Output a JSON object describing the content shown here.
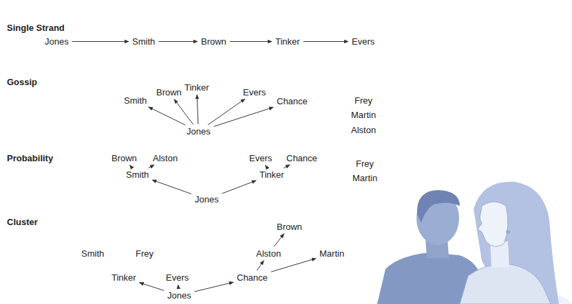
{
  "diagram": {
    "nodes": [
      {
        "text": [
          "Jones"
        ]
      },
      {
        "text": [
          "Smith"
        ]
      },
      {
        "text": [
          "Brown"
        ]
      },
      {
        "text": [
          "Tinker"
        ]
      },
      {
        "text": [
          "Evers"
        ]
      },
      {
        "text": [
          "Tinker"
        ]
      },
      {
        "text": [
          "Brown"
        ]
      },
      {
        "text": [
          "Evers"
        ]
      },
      {
        "text": [
          "Smith"
        ]
      },
      {
        "text": [
          "Chance"
        ]
      },
      {
        "text": [
          "Jones"
        ]
      },
      {
        "text": [
          "Frey"
        ]
      },
      {
        "text": [
          "Martin"
        ]
      },
      {
        "text": [
          "Alston"
        ]
      },
      {
        "text": [
          "Brown"
        ]
      },
      {
        "text": [
          "Alston"
        ]
      },
      {
        "text": [
          "Evers"
        ]
      },
      {
        "text": [
          "Chance"
        ]
      },
      {
        "text": [
          "Frey"
        ]
      },
      {
        "text": [
          "Smith"
        ]
      },
      {
        "text": [
          "Tinker"
        ]
      },
      {
        "text": [
          "Martin"
        ]
      },
      {
        "text": [
          "Jones"
        ]
      },
      {
        "text": [
          "Brown"
        ]
      },
      {
        "text": [
          "Smith"
        ]
      },
      {
        "text": [
          "Frey"
        ]
      },
      {
        "text": [
          "Alston"
        ]
      },
      {
        "text": [
          "Martin"
        ]
      },
      {
        "text": [
          "Tinker"
        ]
      },
      {
        "text": [
          "Evers"
        ]
      },
      {
        "text": [
          "Chance"
        ]
      },
      {
        "text": [
          "Jones"
        ]
      }
    ],
    "edges": [
      {
        "from": 0,
        "to": 1,
        "arrow": "to"
      },
      {
        "from": 1,
        "to": 2,
        "arrow": "to"
      },
      {
        "from": 2,
        "to": 3,
        "arrow": "to"
      },
      {
        "from": 3,
        "to": 4,
        "arrow": "to"
      },
      {
        "from": 10,
        "to": 8,
        "arrow": "to"
      },
      {
        "from": 10,
        "to": 6,
        "arrow": "to"
      },
      {
        "from": 10,
        "to": 5,
        "arrow": "to"
      },
      {
        "from": 10,
        "to": 7,
        "arrow": "to"
      },
      {
        "from": 10,
        "to": 9,
        "arrow": "to"
      },
      {
        "from": 22,
        "to": 19,
        "arrow": "to"
      },
      {
        "from": 22,
        "to": 20,
        "arrow": "to"
      },
      {
        "from": 19,
        "to": 14,
        "arrow": "to"
      },
      {
        "from": 19,
        "to": 15,
        "arrow": "to"
      },
      {
        "from": 20,
        "to": 16,
        "arrow": "to"
      },
      {
        "from": 20,
        "to": 17,
        "arrow": "to"
      },
      {
        "from": 31,
        "to": 28,
        "arrow": "to"
      },
      {
        "from": 31,
        "to": 29,
        "arrow": "to"
      },
      {
        "from": 31,
        "to": 30,
        "arrow": "to"
      },
      {
        "from": 30,
        "to": 26,
        "arrow": "to"
      },
      {
        "from": 30,
        "to": 27,
        "arrow": "to"
      },
      {
        "from": 26,
        "to": 23,
        "arrow": "to"
      }
    ],
    "labels": [
      "Single Strand",
      "Gossip",
      "Probability",
      "Cluster"
    ]
  }
}
